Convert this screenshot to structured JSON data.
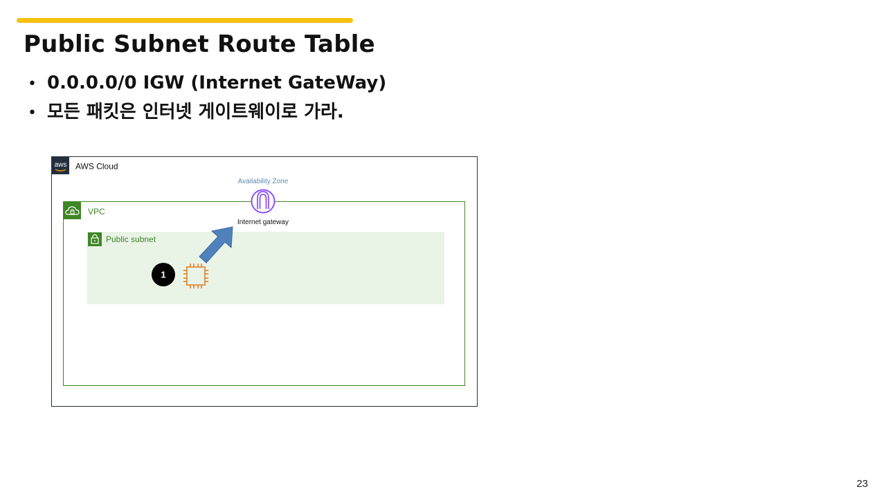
{
  "slide": {
    "title": "Public Subnet Route Table",
    "bullets": [
      "0.0.0.0/0 IGW (Internet GateWay)",
      "모든 패킷은 인터넷 게이트웨이로 가라."
    ],
    "page_number": "23",
    "bullet_marker": "•"
  },
  "diagram": {
    "cloud_label": "AWS Cloud",
    "aws_logo_text": "aws",
    "availability_zone_label": "Availability Zone",
    "vpc_label": "VPC",
    "subnet_label": "Public subnet",
    "igw_label": "Internet gateway",
    "step_badge": "1",
    "icons": [
      "aws-logo-icon",
      "vpc-cloud-lock-icon",
      "subnet-lock-icon",
      "internet-gateway-icon",
      "ec2-instance-icon",
      "route-arrow-icon"
    ]
  },
  "colors": {
    "accent": "#f5c00f",
    "vpc_green": "#3f8624",
    "subnet_fill": "#e9f3e6",
    "az_blue": "#5a8bb0",
    "igw_purple": "#8c4fff",
    "ec2_orange": "#e07a1f",
    "arrow_blue": "#4f81bd",
    "aws_logo_bg": "#232f3e"
  }
}
